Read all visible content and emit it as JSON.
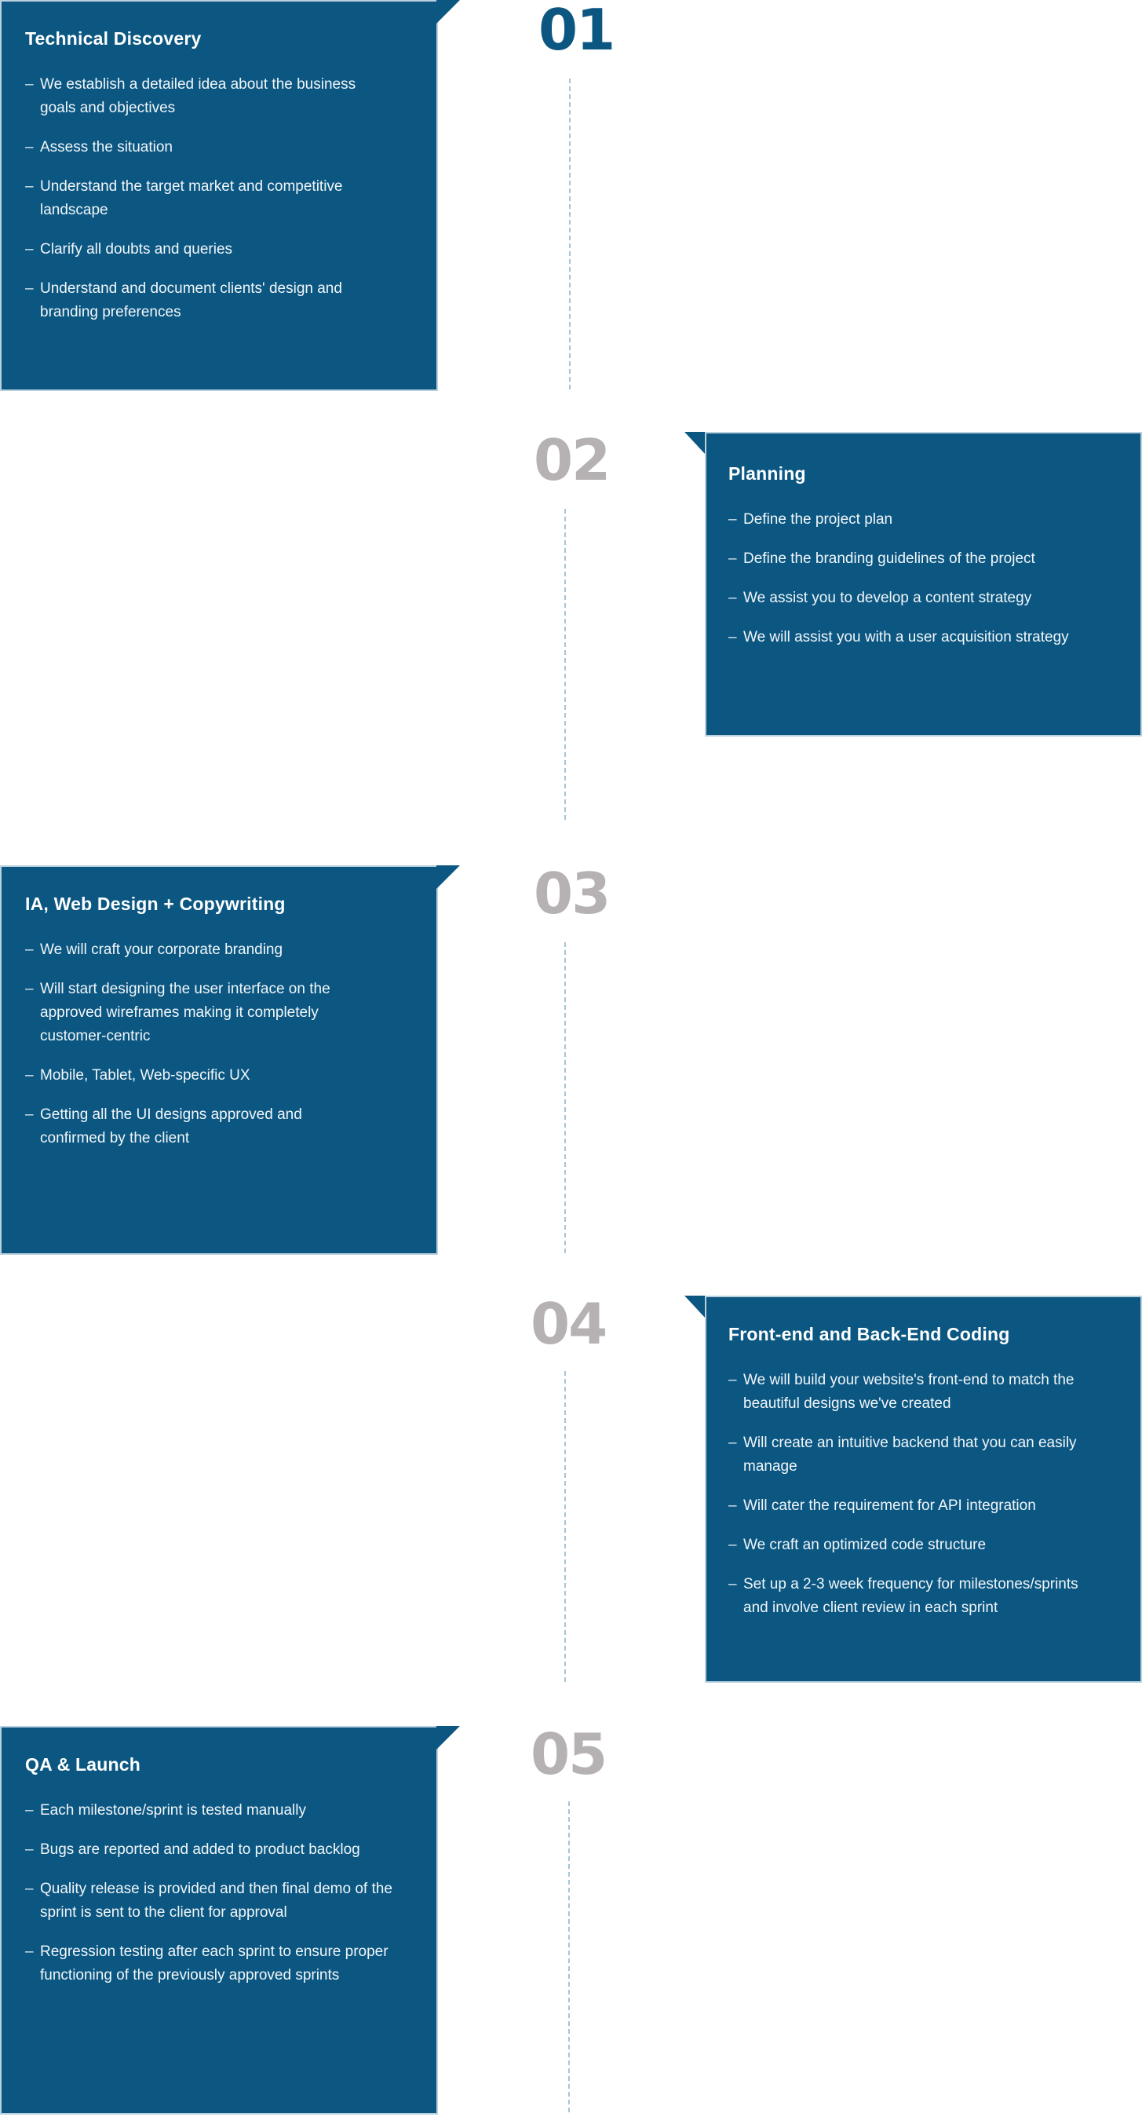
{
  "steps": [
    {
      "number": "01",
      "title": "Technical Discovery",
      "items": [
        "We establish a detailed idea about the business goals and objectives",
        "Assess the situation",
        "Understand the target market and competitive landscape",
        "Clarify all doubts and queries",
        "Understand and document clients' design and branding preferences"
      ]
    },
    {
      "number": "02",
      "title": "Planning",
      "items": [
        "Define the project plan",
        "Define the branding guidelines of the project",
        "We assist you to develop a content strategy",
        "We will assist you with a user acquisition strategy"
      ]
    },
    {
      "number": "03",
      "title": "IA, Web Design + Copywriting",
      "items": [
        "We will craft your corporate branding",
        "Will start designing the user interface on the approved wireframes making it completely customer-centric",
        "Mobile, Tablet, Web-specific UX",
        "Getting all the UI designs approved and confirmed by the client"
      ]
    },
    {
      "number": "04",
      "title": "Front-end and Back-End Coding",
      "items": [
        "We will build your website's front-end to match the beautiful designs we've created",
        "Will create an intuitive backend that you can easily manage",
        "Will cater the requirement for API integration",
        "We craft an optimized code structure",
        "Set up a 2-3 week frequency for milestones/sprints and involve client review in each sprint"
      ]
    },
    {
      "number": "05",
      "title": "QA & Launch",
      "items": [
        "Each milestone/sprint is tested manually",
        "Bugs are reported and added to product backlog",
        "Quality release is provided and then final demo of the sprint is sent to the client for approval",
        "Regression testing after each sprint to ensure proper functioning of the previously approved sprints"
      ]
    }
  ],
  "colors": {
    "card": "#0b5782",
    "active_number": "#0b5782",
    "idle_number": "#b6b2b4",
    "timeline": "#a8c4d6"
  }
}
